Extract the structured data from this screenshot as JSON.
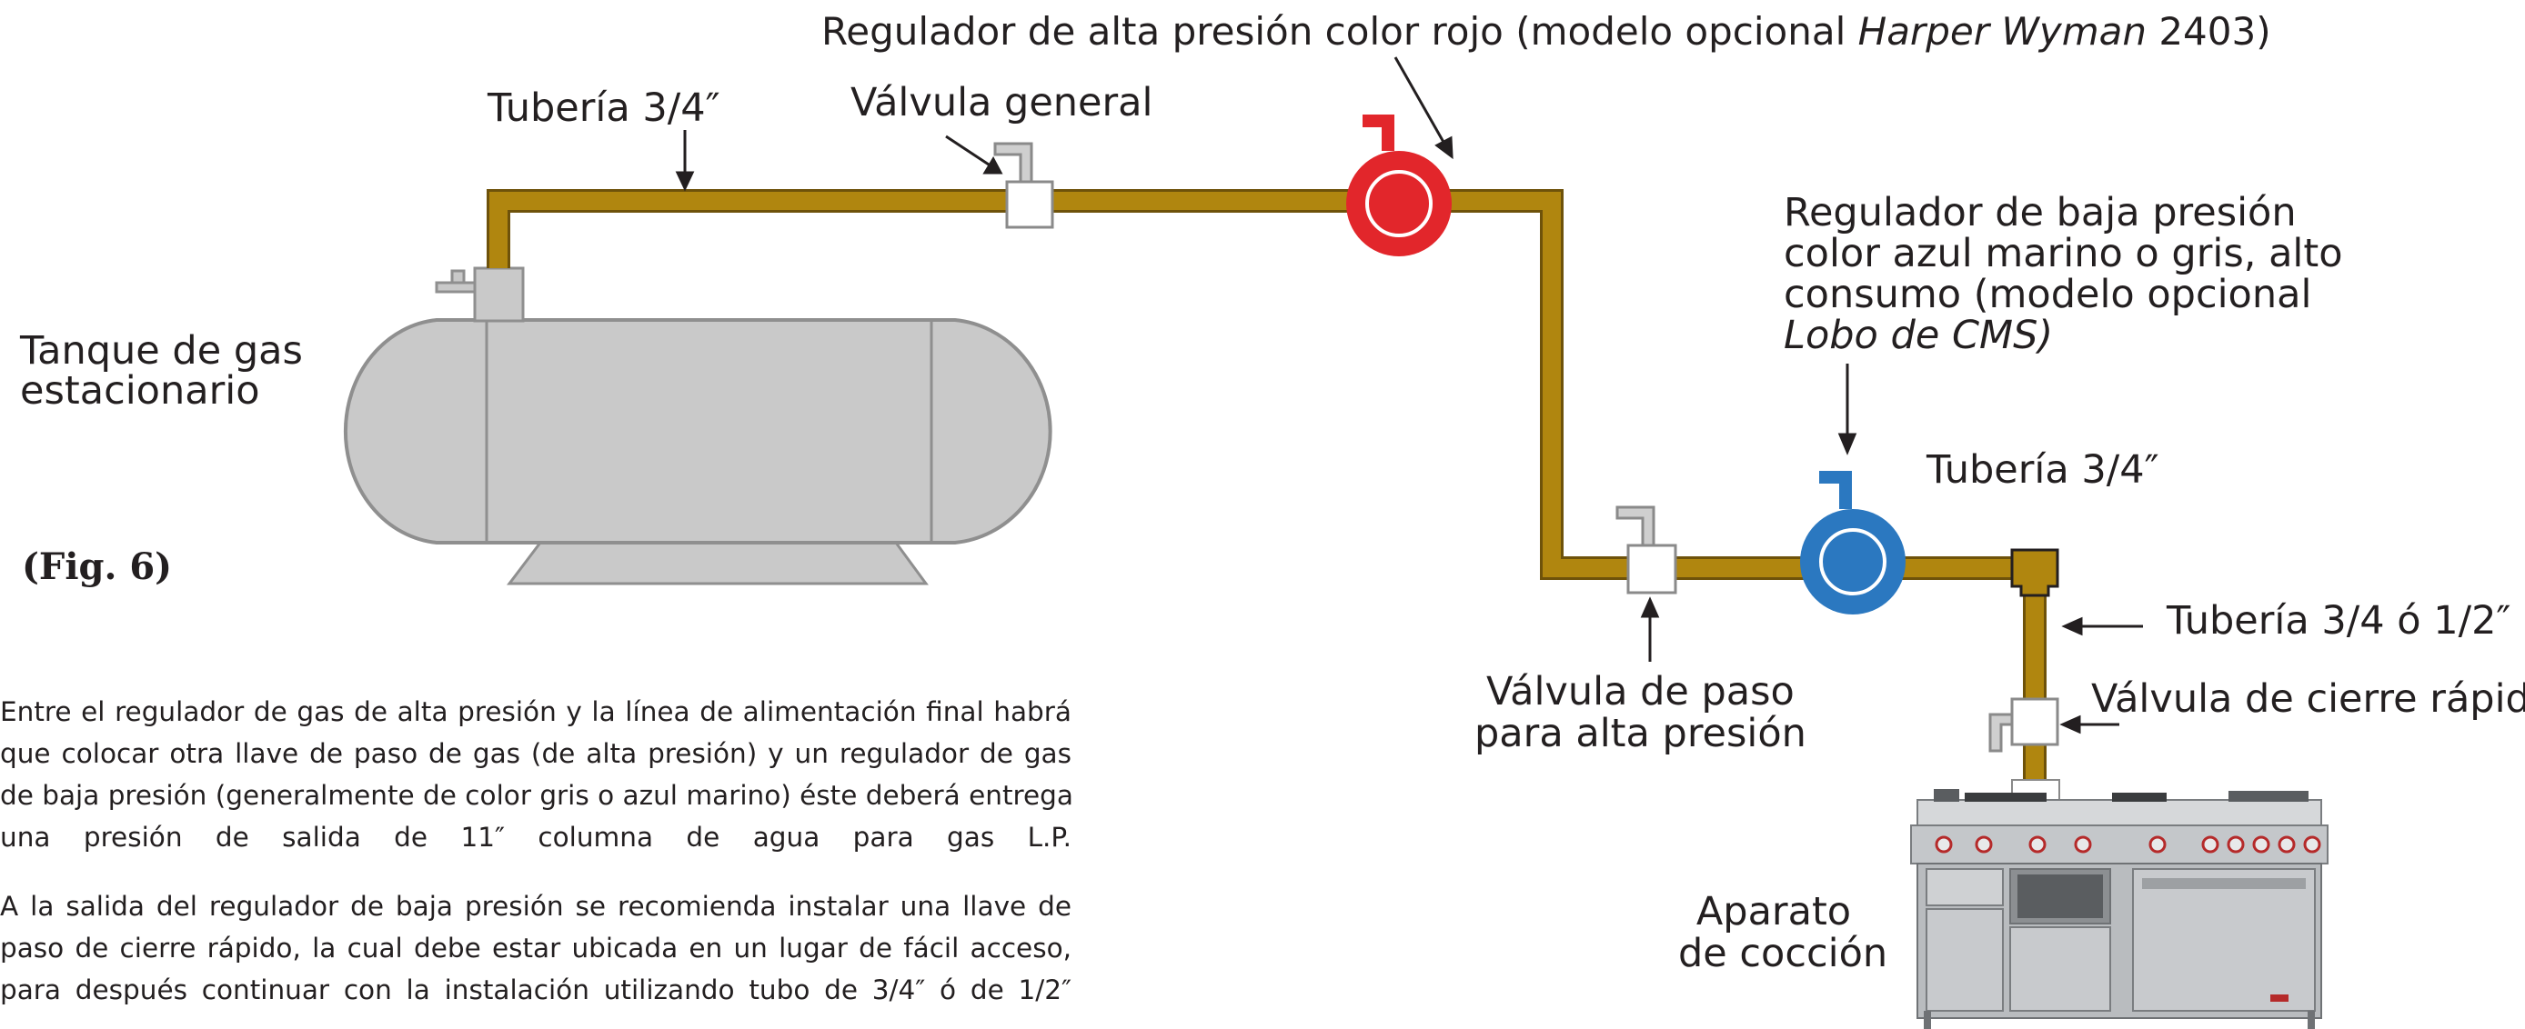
{
  "labels": {
    "high_reg_prefix": "Regulador de alta presión color rojo (modelo opcional ",
    "high_reg_brand": "Harper Wyman",
    "high_reg_suffix": " 2403)",
    "pipe_top": "Tubería 3/4″",
    "general_valve": "Válvula general",
    "low_reg_line1": "Regulador de baja presión",
    "low_reg_line2": "color azul marino o gris, alto",
    "low_reg_line3": "consumo (modelo opcional",
    "low_reg_line4": "Lobo de CMS)",
    "tank_line1": "Tanque de gas",
    "tank_line2": "estacionario",
    "pipe_right": "Tubería 3/4″",
    "pipe_branch": "Tubería 3/4 ó 1/2″",
    "quick_valve": "Válvula de cierre rápido",
    "step_valve_line1": "Válvula de paso",
    "step_valve_line2": "para alta presión",
    "appliance_line1": "Aparato",
    "appliance_line2": "de cocción"
  },
  "figure_label": "(Fig. 6)",
  "paragraphs": {
    "p1": [
      "Entre el regulador de gas de alta presión y la línea de alimentación final habrá",
      "que colocar otra llave de paso de gas (de alta presión) y un regulador de gas",
      "de baja presión (generalmente de color gris o azul marino) éste deberá entregar",
      "una presión de salida de 11″ columna de agua para gas L.P."
    ],
    "p2": [
      "A la salida del regulador de baja presión se recomienda instalar una llave de",
      "paso de cierre rápido, la cual debe estar ubicada en un lugar de fácil acceso,",
      "para después continuar con la instalación utilizando tubo de 3/4″ ó de 1/2″"
    ]
  },
  "colors": {
    "pipe": "#b0860f",
    "pipe_edge": "#6e520a",
    "high_regulator": "#e2262b",
    "low_regulator": "#2b78c0",
    "tank": "#c9c9c9",
    "tank_edge": "#8f8f8f",
    "valve_fill": "#ffffff",
    "valve_edge": "#8a8a8a"
  }
}
